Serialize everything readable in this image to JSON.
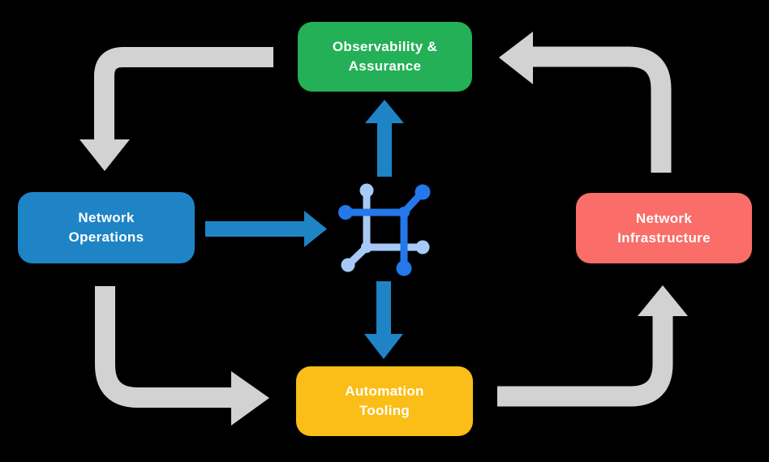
{
  "colors": {
    "bg": "#000000",
    "green": "#23B056",
    "blue": "#1E84C6",
    "red": "#FA6D68",
    "yellow": "#FBBD17",
    "gray": "#D2D2D2",
    "arrowblue": "#1E84C6",
    "icondark": "#2478EA",
    "iconlight": "#A7C9F6",
    "text": "#FFFFFF"
  },
  "nodes": {
    "observability": {
      "label": "Observability &\nAssurance",
      "color": "#23B056"
    },
    "operations": {
      "label": "Network\nOperations",
      "color": "#1E84C6"
    },
    "infrastructure": {
      "label": "Network\nInfrastructure",
      "color": "#FA6D68"
    },
    "automation": {
      "label": "Automation\nTooling",
      "color": "#FBBD17"
    }
  },
  "icon": {
    "name": "network-mesh-icon",
    "style": "two-tone blue square mesh with six nodes"
  },
  "edges": [
    {
      "from": "Observability & Assurance",
      "to": "Network Operations",
      "style": "gray-cycle"
    },
    {
      "from": "Network Operations",
      "to": "Automation Tooling",
      "style": "gray-cycle"
    },
    {
      "from": "Automation Tooling",
      "to": "Network Infrastructure",
      "style": "gray-cycle"
    },
    {
      "from": "Network Infrastructure",
      "to": "Observability & Assurance",
      "style": "gray-cycle"
    },
    {
      "from": "Network Operations",
      "to": "center-icon",
      "style": "blue-straight"
    },
    {
      "from": "center-icon",
      "to": "Observability & Assurance",
      "style": "blue-straight"
    },
    {
      "from": "center-icon",
      "to": "Automation Tooling",
      "style": "blue-straight"
    }
  ]
}
